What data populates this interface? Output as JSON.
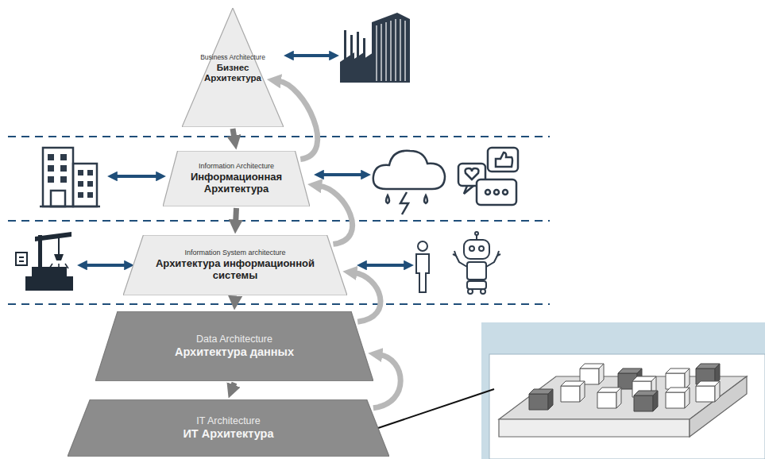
{
  "diagram": {
    "nodes": [
      {
        "text": [
          "Business Architecture",
          "Бизнес Архитектура"
        ]
      },
      {
        "text": [
          "Information Architecture",
          "Информационная Архитектура"
        ]
      },
      {
        "text": [
          "Information System architecture",
          "Архитектура информационной системы"
        ]
      },
      {
        "text": [
          "Data Architecture",
          "Архитектура данных"
        ]
      },
      {
        "text": [
          "IT Architecture",
          "ИТ Архитектура"
        ]
      }
    ],
    "edges": [
      {
        "from": 0,
        "to": 1,
        "arrow": "to"
      },
      {
        "from": 1,
        "to": 2,
        "arrow": "to"
      },
      {
        "from": 2,
        "to": 3,
        "arrow": "to"
      },
      {
        "from": 3,
        "to": 4,
        "arrow": "to"
      },
      {
        "from": 1,
        "to": 0,
        "arrow": "to"
      },
      {
        "from": 2,
        "to": 1,
        "arrow": "to"
      },
      {
        "from": 3,
        "to": 2,
        "arrow": "to"
      },
      {
        "from": 4,
        "to": 3,
        "arrow": "to"
      }
    ]
  }
}
